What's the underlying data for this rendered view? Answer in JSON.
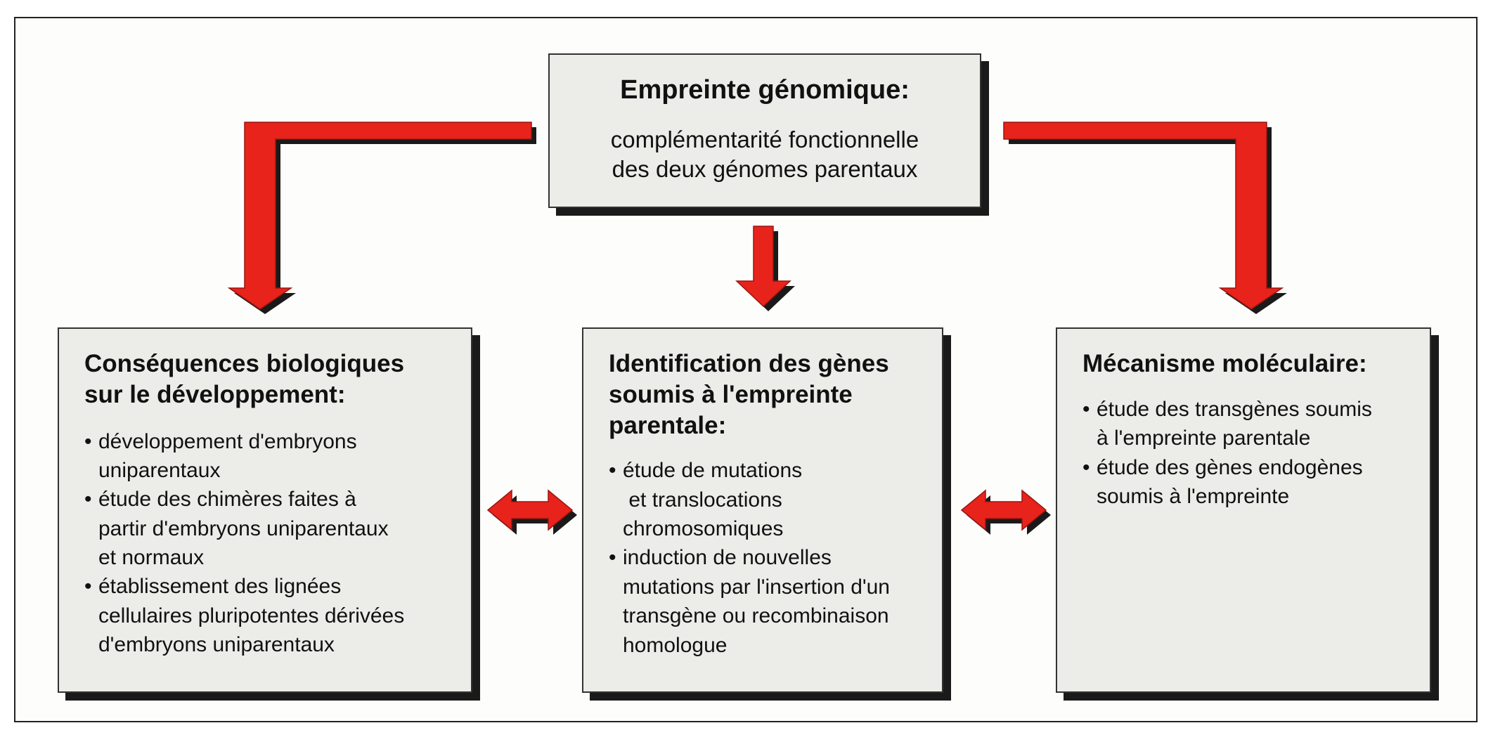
{
  "top": {
    "title": "Empreinte génomique:",
    "line1": "complémentarité fonctionnelle",
    "line2": "des deux génomes parentaux"
  },
  "left": {
    "title_line1": "Conséquences biologiques",
    "title_line2": "sur le développement:",
    "items": [
      [
        "développement d'embryons",
        "uniparentaux"
      ],
      [
        "étude des chimères faites à",
        "partir d'embryons uniparentaux",
        "et normaux"
      ],
      [
        "établissement des lignées",
        "cellulaires pluripotentes dérivées",
        "d'embryons uniparentaux"
      ]
    ]
  },
  "middle": {
    "title_line1": "Identification des gènes",
    "title_line2": "soumis à l'empreinte",
    "title_line3": "parentale:",
    "items": [
      [
        "étude de mutations",
        " et translocations",
        "chromosomiques"
      ],
      [
        "induction de nouvelles",
        "mutations par l'insertion d'un",
        "transgène ou recombinaison",
        "homologue"
      ]
    ]
  },
  "right": {
    "title": "Mécanisme moléculaire:",
    "items": [
      [
        "étude des transgènes soumis",
        "à l'empreinte parentale"
      ],
      [
        "étude des gènes endogènes",
        "soumis à l'empreinte"
      ]
    ]
  },
  "bullet": "•",
  "colors": {
    "arrow_red": "#e8231b",
    "arrow_shadow": "#1a1a1a",
    "box_fill": "#ecece9"
  }
}
